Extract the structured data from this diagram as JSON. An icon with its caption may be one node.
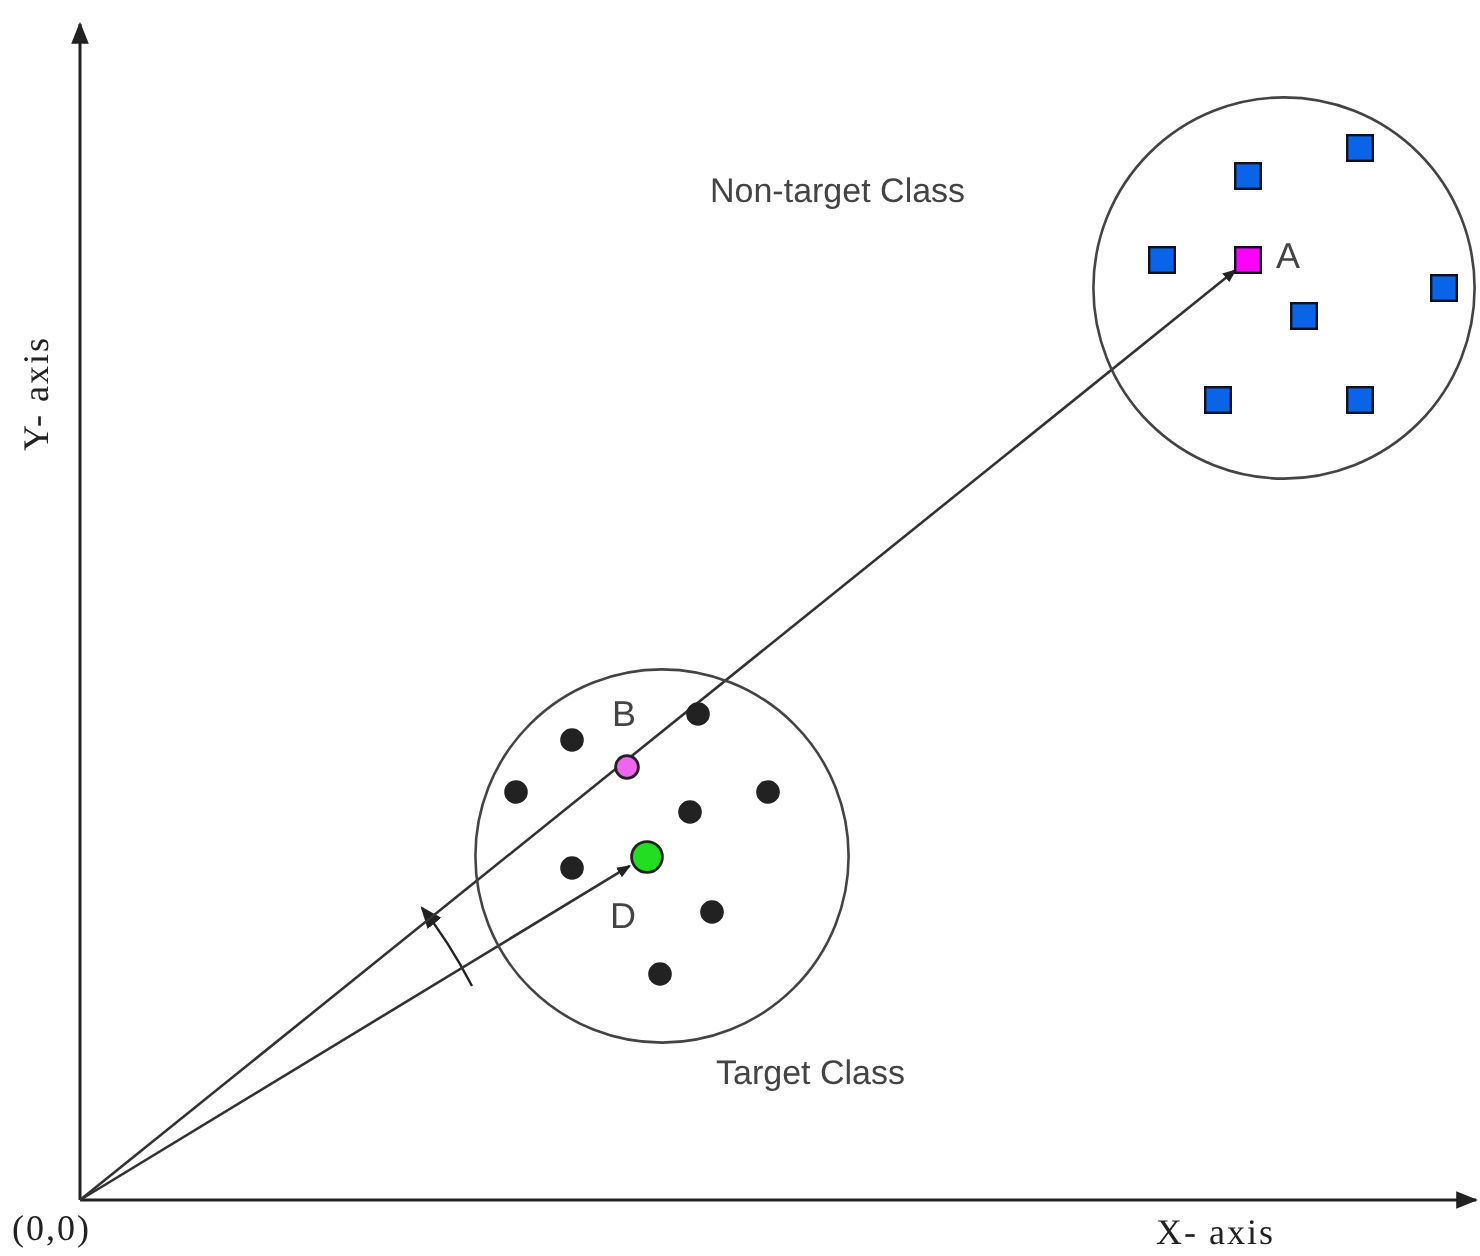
{
  "diagram": {
    "nodes": [
      {
        "text": [
          "Non-target Class"
        ]
      },
      {
        "text": [
          "A"
        ],
        "in": 0
      },
      {
        "text": [],
        "shape": "box",
        "in": 0
      },
      {
        "text": [],
        "shape": "box",
        "in": 0
      },
      {
        "text": [],
        "shape": "box",
        "in": 0
      },
      {
        "text": [],
        "shape": "box",
        "in": 0
      },
      {
        "text": [],
        "shape": "box",
        "in": 0
      },
      {
        "text": [],
        "shape": "box",
        "in": 0
      },
      {
        "text": [],
        "shape": "box",
        "in": 0
      },
      {
        "text": [
          "Target Class"
        ]
      },
      {
        "text": [
          "B"
        ],
        "in": 9
      },
      {
        "text": [
          "D"
        ],
        "in": 9
      },
      {
        "text": [],
        "shape": "circle",
        "in": 9
      },
      {
        "text": [],
        "shape": "circle",
        "in": 9
      },
      {
        "text": [],
        "shape": "circle",
        "in": 9
      },
      {
        "text": [],
        "shape": "circle",
        "in": 9
      },
      {
        "text": [],
        "shape": "circle",
        "in": 9
      },
      {
        "text": [],
        "shape": "circle",
        "in": 9
      },
      {
        "text": [],
        "shape": "circle",
        "in": 9
      },
      {
        "text": [],
        "shape": "circle",
        "in": 9
      },
      {
        "text": [
          "(0,0)"
        ]
      }
    ],
    "edges": [
      {
        "from": 20,
        "to": 1,
        "arrow": "to"
      },
      {
        "from": 20,
        "to": 11,
        "arrow": "to"
      }
    ],
    "labels": [
      "Y- axis",
      "X- axis"
    ]
  }
}
